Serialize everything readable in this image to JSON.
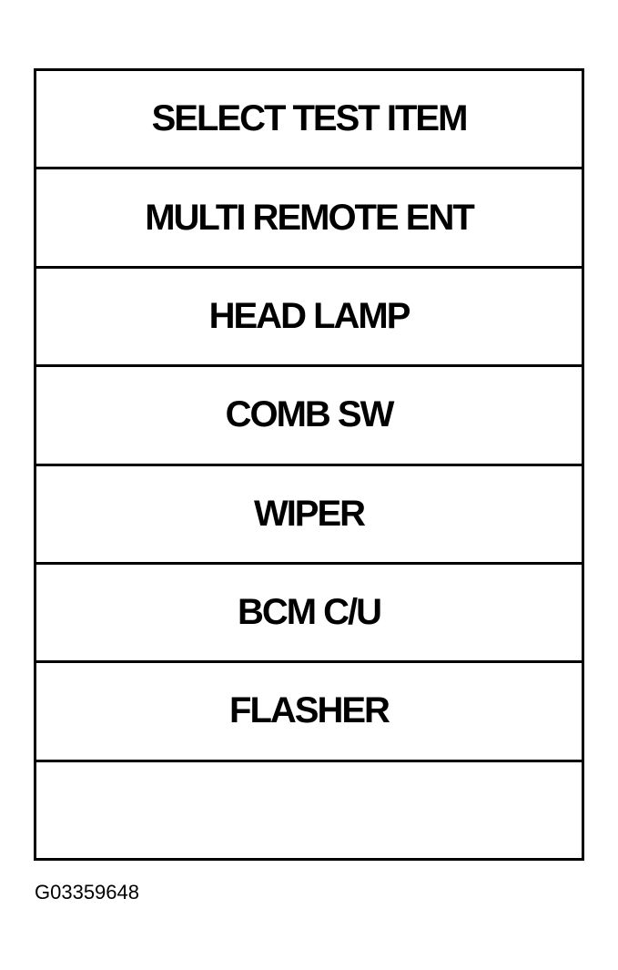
{
  "screen": {
    "title": "SELECT TEST ITEM",
    "items": [
      {
        "label": "MULTI REMOTE ENT"
      },
      {
        "label": "HEAD LAMP"
      },
      {
        "label": "COMB SW"
      },
      {
        "label": "WIPER"
      },
      {
        "label": "BCM C/U"
      },
      {
        "label": "FLASHER"
      },
      {
        "label": ""
      }
    ]
  },
  "figure": {
    "id": "G03359648"
  }
}
